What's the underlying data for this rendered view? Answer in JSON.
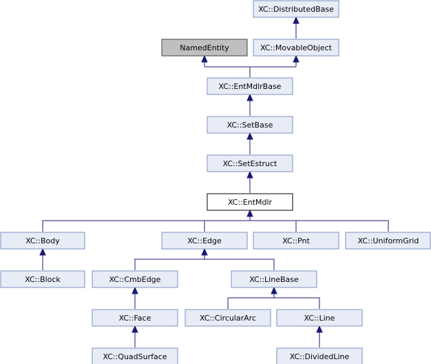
{
  "colors": {
    "box_fill": "#e8ecf6",
    "box_border": "#7b8fc4",
    "highlight_fill": "#bfbfbf",
    "highlight_border": "#404040",
    "current_fill": "#ffffff",
    "current_border": "#000000",
    "edge": "#191970"
  },
  "nodes": {
    "distributedbase": "XC::DistributedBase",
    "namedentity": "NamedEntity",
    "movableobject": "XC::MovableObject",
    "entmdlrbase": "XC::EntMdlrBase",
    "setbase": "XC::SetBase",
    "setestruct": "XC::SetEstruct",
    "entmdlr": "XC::EntMdlr",
    "body": "XC::Body",
    "edge": "XC::Edge",
    "pnt": "XC::Pnt",
    "uniformgrid": "XC::UniformGrid",
    "block": "XC::Block",
    "cmbedge": "XC::CmbEdge",
    "linebase": "XC::LineBase",
    "face": "XC::Face",
    "circulararc": "XC::CircularArc",
    "line": "XC::Line",
    "quadsurface": "XC::QuadSurface",
    "dividedline": "XC::DividedLine"
  }
}
